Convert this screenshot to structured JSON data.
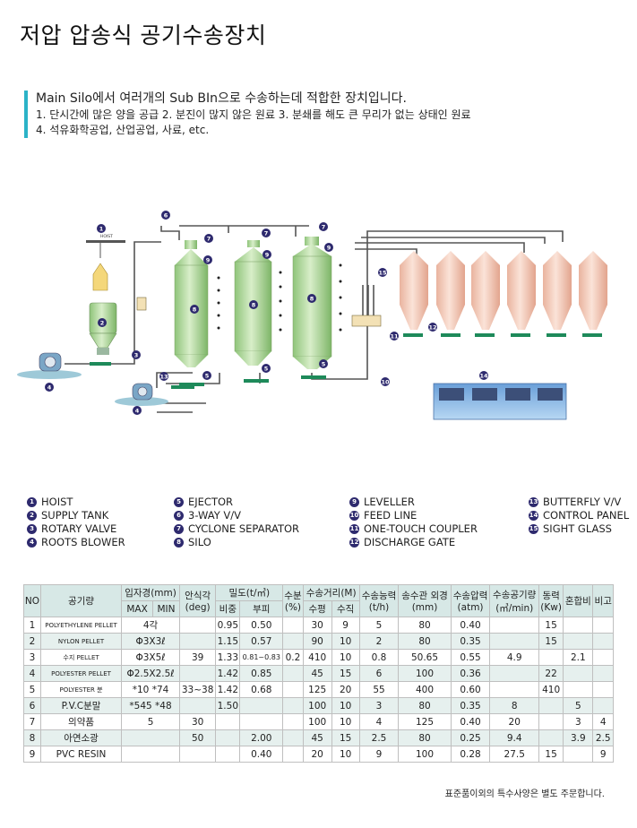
{
  "title": "저압 압송식 공기수송장치",
  "intro": {
    "line1": "Main Silo에서 여러개의 Sub BIn으로 수송하는데 적합한 장치입니다.",
    "line2": "1. 단시간에 많은 양을 공급  2. 분진이 많지 않은 원료  3. 분쇄를 해도 큰 무리가 없는 상태인 원료",
    "line3": "4. 석유화학공업, 산업공업, 사료, etc."
  },
  "diagram": {
    "hoist_label": "HOIST",
    "callouts": [
      "1",
      "2",
      "3",
      "4",
      "5",
      "6",
      "7",
      "8",
      "9",
      "10",
      "11",
      "12",
      "13",
      "14",
      "15"
    ],
    "colors": {
      "silo": "#b9dba0",
      "bin": "#f6d3c3",
      "panel": "#9fc7ec",
      "pipe": "#555555",
      "valve": "#1e8a5a",
      "callout": "#2e2a6e"
    }
  },
  "legend": [
    {
      "num": "1",
      "label": "HOIST"
    },
    {
      "num": "2",
      "label": "SUPPLY TANK"
    },
    {
      "num": "3",
      "label": "ROTARY VALVE"
    },
    {
      "num": "4",
      "label": "ROOTS BLOWER"
    },
    {
      "num": "5",
      "label": "EJECTOR"
    },
    {
      "num": "6",
      "label": "3-WAY V/V"
    },
    {
      "num": "7",
      "label": "CYCLONE SEPARATOR"
    },
    {
      "num": "8",
      "label": "SILO"
    },
    {
      "num": "9",
      "label": "LEVELLER"
    },
    {
      "num": "10",
      "label": "FEED LINE"
    },
    {
      "num": "11",
      "label": "ONE-TOUCH COUPLER"
    },
    {
      "num": "12",
      "label": "DISCHARGE GATE"
    },
    {
      "num": "13",
      "label": "BUTTERFLY V/V"
    },
    {
      "num": "14",
      "label": "CONTROL PANEL"
    },
    {
      "num": "15",
      "label": "SIGHT GLASS"
    }
  ],
  "table": {
    "h": {
      "no": "NO",
      "material": "공기량",
      "particle": "입자경(mm)",
      "max": "MAX",
      "min": "MIN",
      "angle": "안식각\n(deg)",
      "density": "밀도(t/㎥)",
      "specific": "비중",
      "bulk": "부피",
      "moisture": "수분\n(%)",
      "distance": "수송거리(M)",
      "horizontal": "수평",
      "vertical": "수직",
      "capacity": "수송능력\n(t/h)",
      "pipe": "송수관 외경\n(mm)",
      "pressure": "수송압력\n(atm)",
      "air": "수송공기량\n(㎥/min)",
      "power": "동력\n(Kw)",
      "ratio": "혼합비",
      "note": "비고"
    },
    "rows": [
      [
        "1",
        "POLYETHYLENE PELLET",
        "4각",
        "",
        "0.95",
        "0.50",
        "",
        "30",
        "9",
        "5",
        "80",
        "0.40",
        "",
        "15",
        "",
        ""
      ],
      [
        "2",
        "NYLON PELLET",
        "Φ3X3ℓ",
        "",
        "1.15",
        "0.57",
        "",
        "90",
        "10",
        "2",
        "80",
        "0.35",
        "",
        "15",
        "",
        ""
      ],
      [
        "3",
        "수지 PELLET",
        "Φ3X5ℓ",
        "39",
        "1.33",
        "0.81~0.83",
        "0.2",
        "410",
        "10",
        "0.8",
        "50.65",
        "0.55",
        "4.9",
        "",
        "2.1",
        ""
      ],
      [
        "4",
        "POLYESTER PELLET",
        "Φ2.5X2.5ℓ",
        "",
        "1.42",
        "0.85",
        "",
        "45",
        "15",
        "6",
        "100",
        "0.36",
        "",
        "22",
        "",
        ""
      ],
      [
        "5",
        "POLYESTER 분",
        "*10  *74",
        "33~38",
        "1.42",
        "0.68",
        "",
        "125",
        "20",
        "55",
        "400",
        "0.60",
        "",
        "410",
        "",
        ""
      ],
      [
        "6",
        "P.V.C분말",
        "*545  *48",
        "",
        "1.50",
        "",
        "",
        "100",
        "10",
        "3",
        "80",
        "0.35",
        "8",
        "",
        "5",
        ""
      ],
      [
        "7",
        "의약품",
        "5",
        "30",
        "",
        "",
        "",
        "100",
        "10",
        "4",
        "125",
        "0.40",
        "20",
        "",
        "3",
        "4"
      ],
      [
        "8",
        "아연소광",
        "",
        "50",
        "",
        "2.00",
        "",
        "45",
        "15",
        "2.5",
        "80",
        "0.25",
        "9.4",
        "",
        "3.9",
        "2.5"
      ],
      [
        "9",
        "PVC RESIN",
        "",
        "",
        "",
        "0.40",
        "",
        "20",
        "10",
        "9",
        "100",
        "0.28",
        "27.5",
        "15",
        "",
        "9"
      ]
    ]
  },
  "footnote": "표준품이외의 특수사양은 별도 주문합니다."
}
